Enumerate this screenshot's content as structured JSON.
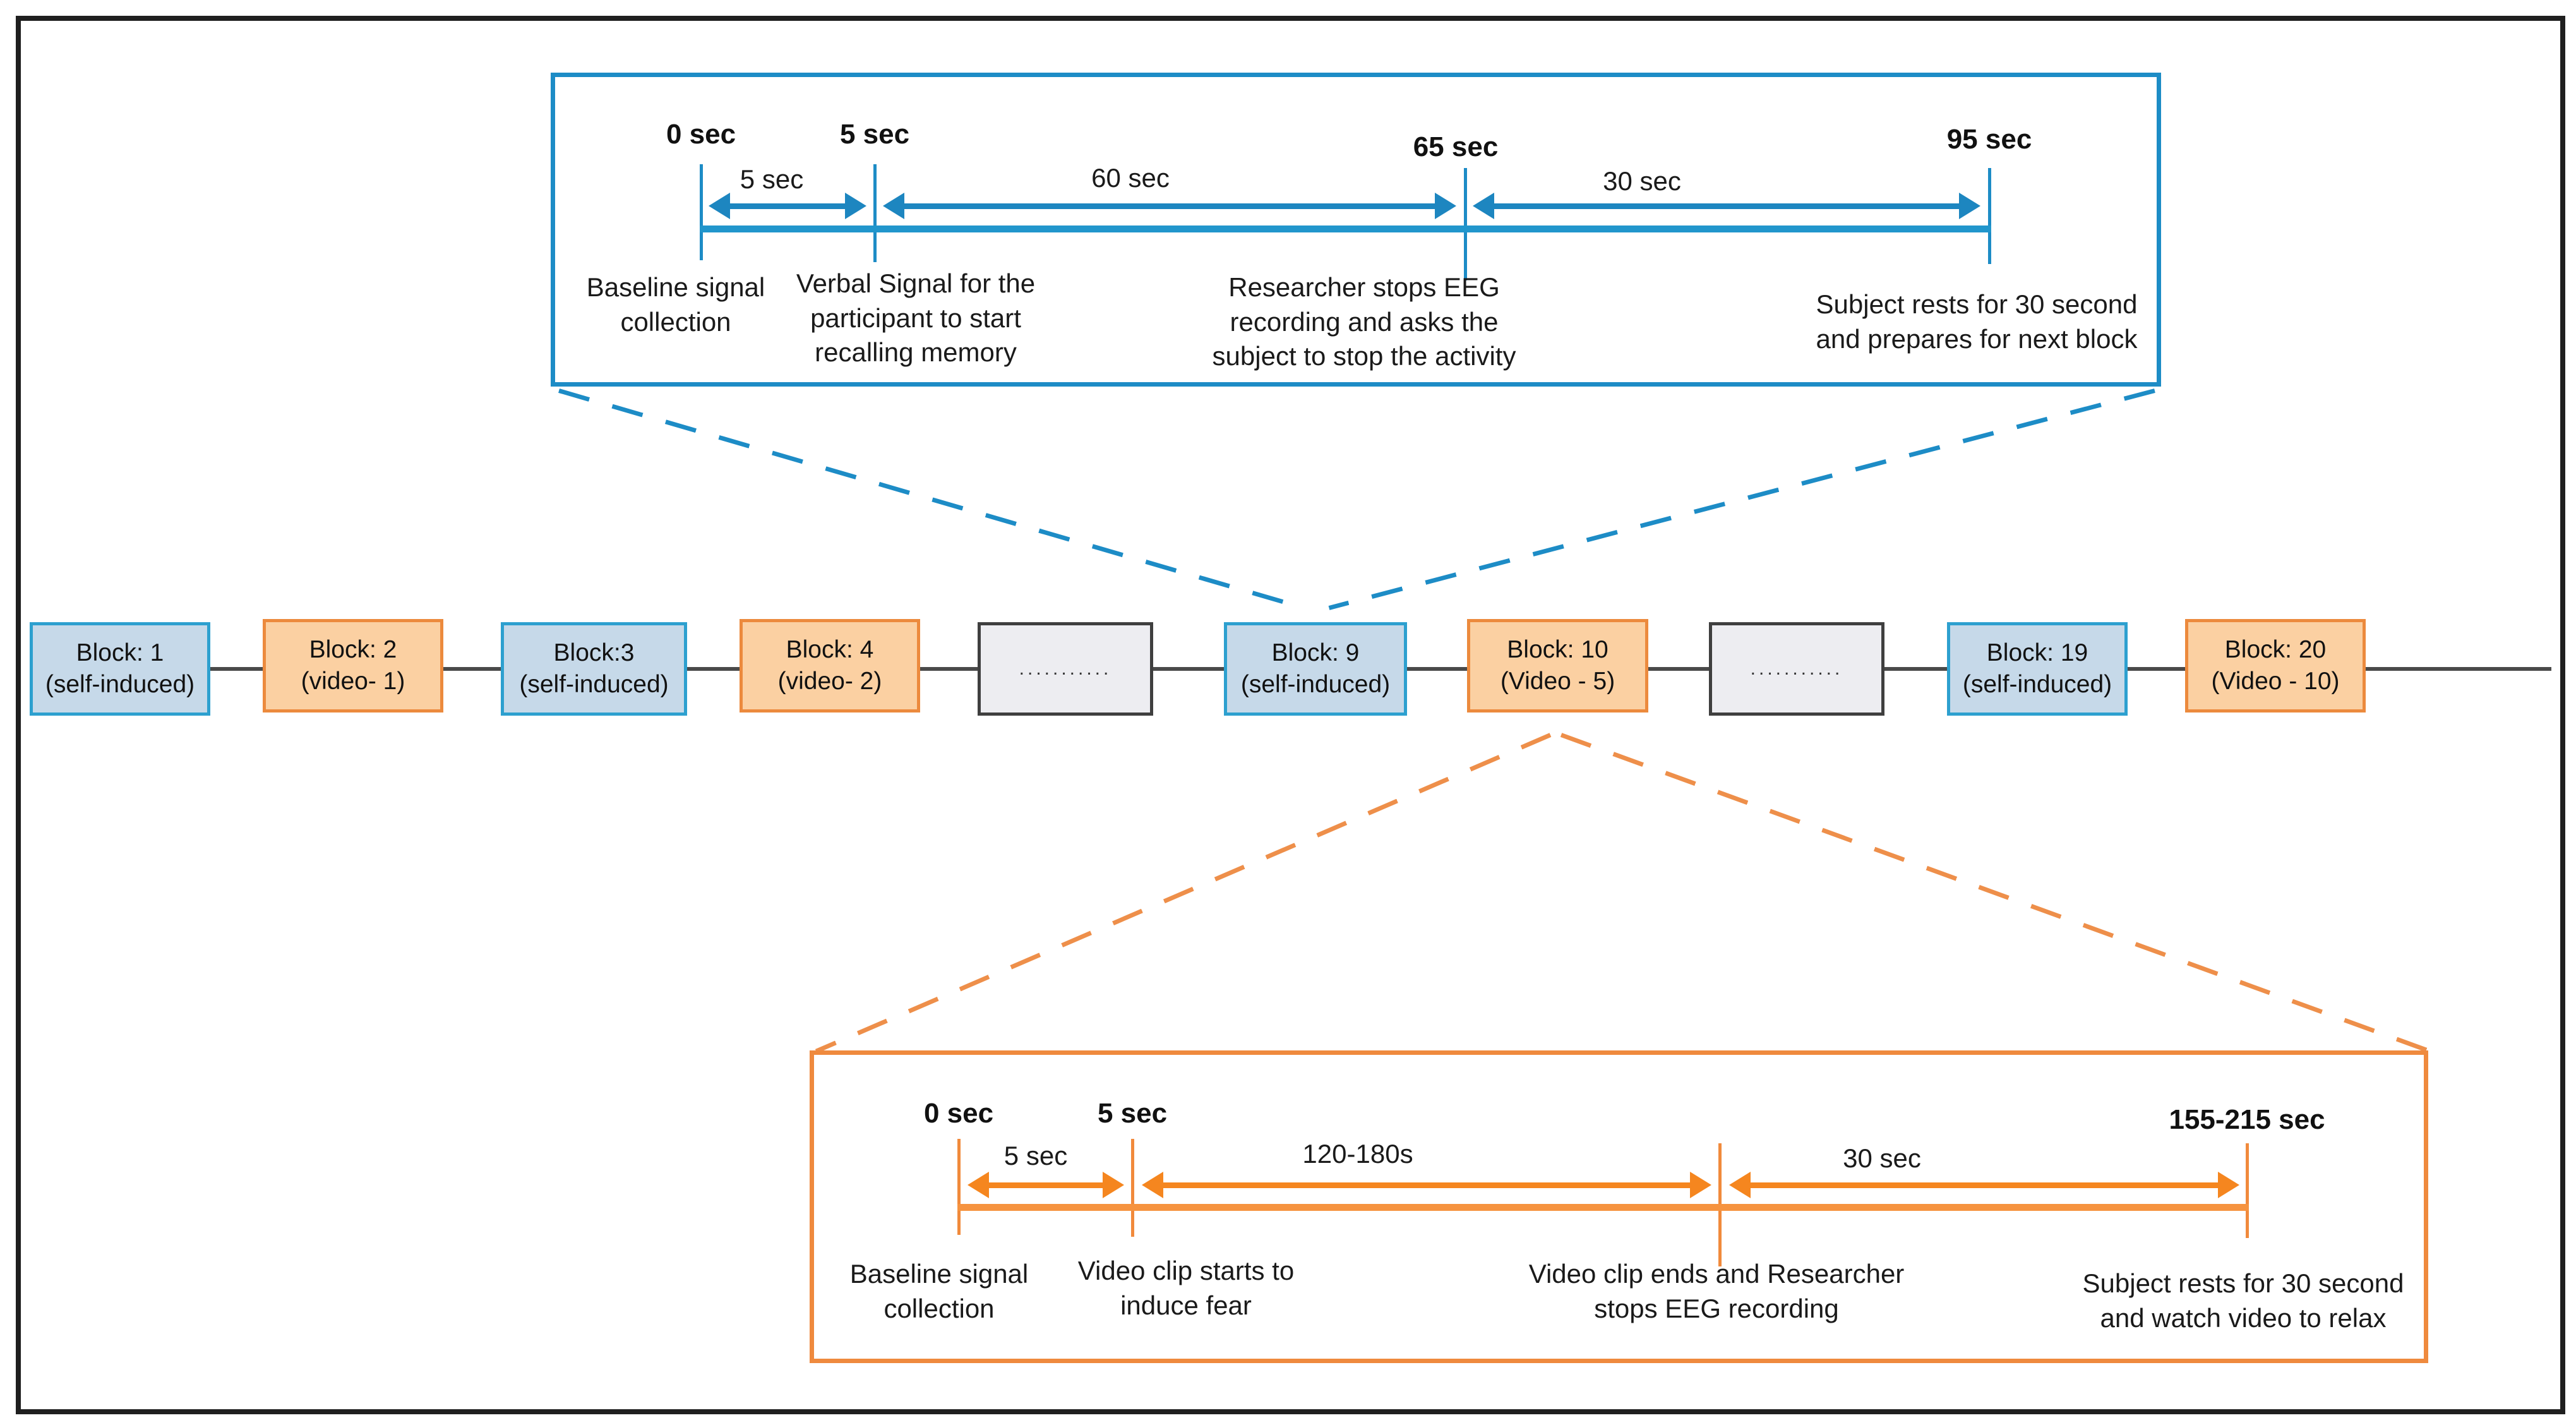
{
  "colors": {
    "blue_stroke": "#1d8cc6",
    "blue_block_fill": "#c6d9e9",
    "blue_block_border": "#2da0cf",
    "orange_stroke": "#ef8a3e",
    "orange_arrow": "#f5861f",
    "orange_block_fill": "#fbd0a2",
    "orange_block_border": "#ec8a3d",
    "gray_block_fill": "#ededf1",
    "frame_border": "#1f1f1f",
    "text": "#111111"
  },
  "blocks": [
    {
      "label": "Block: 1\n(self-induced)",
      "type": "self-induced"
    },
    {
      "label": "Block: 2\n(video- 1)",
      "type": "video"
    },
    {
      "label": "Block:3\n(self-induced)",
      "type": "self-induced"
    },
    {
      "label": "Block: 4\n(video- 2)",
      "type": "video"
    },
    {
      "label": "...........",
      "type": "ellipsis"
    },
    {
      "label": "Block: 9\n(self-induced)",
      "type": "self-induced"
    },
    {
      "label": "Block: 10\n(Video - 5)",
      "type": "video"
    },
    {
      "label": "...........",
      "type": "ellipsis"
    },
    {
      "label": "Block: 19\n(self-induced)",
      "type": "self-induced"
    },
    {
      "label": "Block: 20\n(Video - 10)",
      "type": "video"
    }
  ],
  "timelines": {
    "self_induced": {
      "time_labels": [
        "0 sec",
        "5 sec",
        "65 sec",
        "95 sec"
      ],
      "durations": [
        "5 sec",
        "60 sec",
        "30 sec"
      ],
      "events": [
        "Baseline signal\ncollection",
        "Verbal Signal for the\nparticipant to start\nrecalling memory",
        "Researcher stops EEG\nrecording and asks the\nsubject to stop the activity",
        "Subject rests for 30 second\nand prepares  for next block"
      ]
    },
    "video": {
      "time_labels": [
        "0 sec",
        "5 sec",
        "155-215 sec"
      ],
      "durations": [
        "5 sec",
        "120-180s",
        "30 sec"
      ],
      "events": [
        "Baseline signal\ncollection",
        "Video clip starts to\ninduce fear",
        "Video clip ends and Researcher\nstops EEG recording",
        "Subject rests for 30 second\nand watch video to relax"
      ]
    }
  }
}
